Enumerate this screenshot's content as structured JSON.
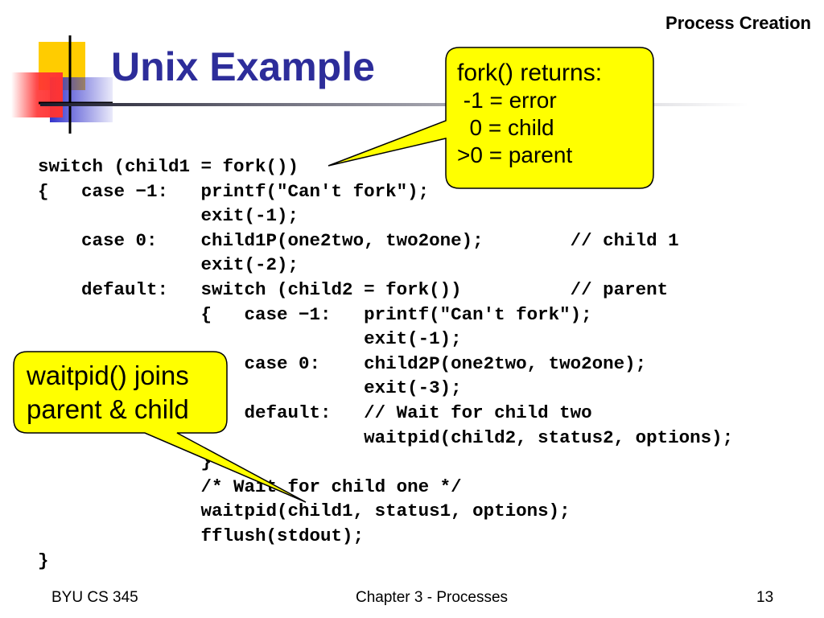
{
  "header": {
    "section_label": "Process Creation"
  },
  "slide": {
    "title": "Unix Example"
  },
  "code_lines": [
    "switch (child1 = fork())",
    "{   case −1:   printf(\"Can't fork\");",
    "               exit(-1);",
    "    case 0:    child1P(one2two, two2one);        // child 1",
    "               exit(-2);",
    "    default:   switch (child2 = fork())          // parent",
    "               {   case −1:   printf(\"Can't fork\");",
    "                              exit(-1);",
    "                   case 0:    child2P(one2two, two2one);",
    "                              exit(-3);",
    "                   default:   // Wait for child two",
    "                              waitpid(child2, status2, options);",
    "               }",
    "               /* Wait for child one */",
    "               waitpid(child1, status1, options);",
    "               fflush(stdout);",
    "}"
  ],
  "callouts": {
    "fork": {
      "title": "fork() returns:",
      "lines": [
        " -1 = error",
        "  0 = child",
        ">0 = parent"
      ]
    },
    "waitpid": {
      "lines": [
        "waitpid() joins",
        "parent & child"
      ]
    }
  },
  "footer": {
    "left": "BYU CS 345",
    "center": "Chapter 3 - Processes",
    "right": "13"
  },
  "colors": {
    "title": "#2d2d9a",
    "callout_fill": "#ffff00",
    "logo_yellow": "#ffcc00",
    "logo_red": "#ff3333",
    "logo_blue": "#3333cc"
  }
}
